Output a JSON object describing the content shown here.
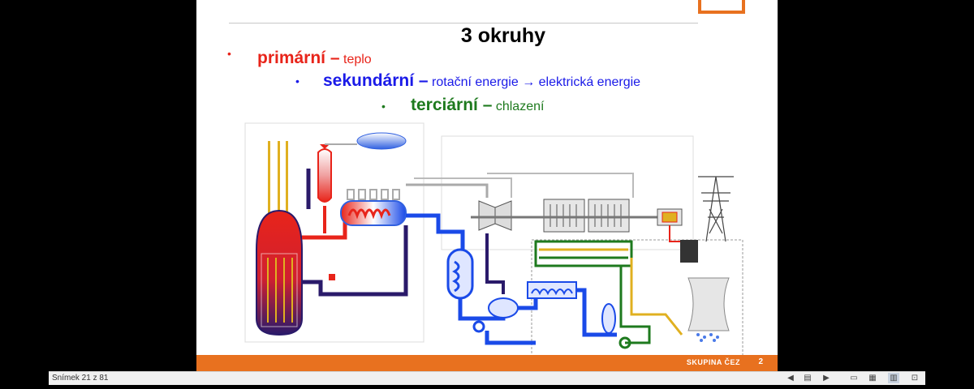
{
  "slide": {
    "title": "3 okruhy",
    "items": [
      {
        "bullet": "•",
        "key": "primární –",
        "desc": "teplo",
        "color": "#e8241a"
      },
      {
        "bullet": "•",
        "key": "sekundární –",
        "desc": "rotační energie → elektrická energie",
        "color": "#1a1ae8"
      },
      {
        "bullet": "•",
        "key": "terciární –",
        "desc": "chlazení",
        "color": "#1e7a1e"
      }
    ],
    "footer": {
      "text": "SKUPINA ČEZ",
      "logo": "2"
    }
  },
  "statusbar": {
    "slide_counter": "Snímek 21 z 81",
    "controls": [
      {
        "name": "prev-slide-icon",
        "glyph": "◀"
      },
      {
        "name": "notes-icon",
        "glyph": "▤"
      },
      {
        "name": "next-slide-icon",
        "glyph": "▶"
      },
      {
        "name": "normal-view-icon",
        "glyph": "▭"
      },
      {
        "name": "slide-sorter-icon",
        "glyph": "▦"
      },
      {
        "name": "reading-view-icon",
        "glyph": "▥"
      },
      {
        "name": "slideshow-icon",
        "glyph": "⊡"
      }
    ]
  },
  "colors": {
    "accent": "#e8711f",
    "primary": "#e8241a",
    "secondary": "#1a1ae8",
    "tertiary": "#1e7a1e",
    "cooling": "#e0b020"
  }
}
